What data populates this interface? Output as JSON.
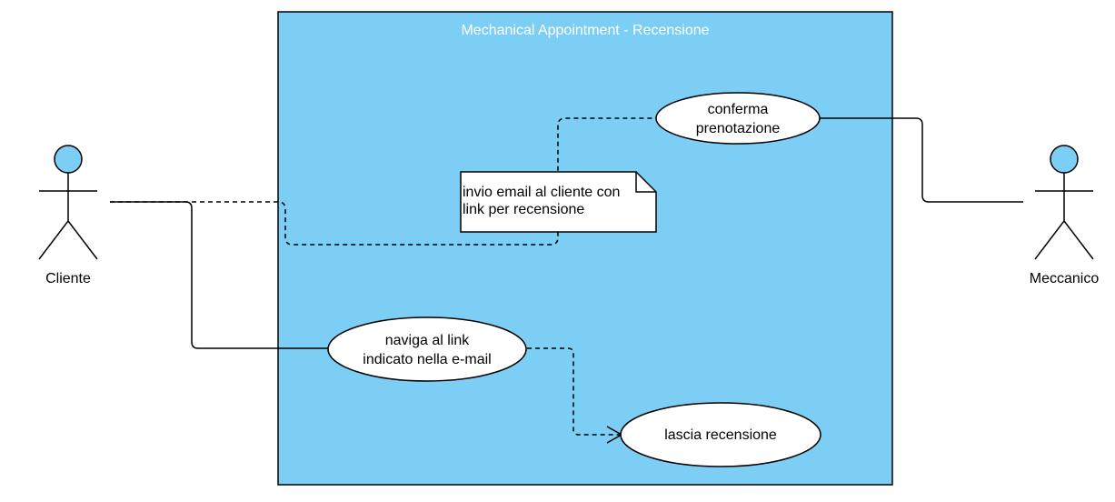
{
  "diagram": {
    "system_title": "Mechanical Appointment - Recensione",
    "actors": {
      "cliente": "Cliente",
      "meccanico": "Meccanico"
    },
    "use_cases": {
      "conferma": [
        "conferma",
        "prenotazione"
      ],
      "naviga": [
        "naviga al link",
        "indicato nella e-mail"
      ],
      "lascia": "lascia recensione"
    },
    "note": [
      "invio email al cliente con",
      "link per recensione"
    ]
  },
  "colors": {
    "system_fill": "#7ccef4",
    "system_stroke": "#000000",
    "actor_head_fill": "#7ccef4",
    "usecase_fill": "#ffffff",
    "title_text": "#ffffff"
  }
}
